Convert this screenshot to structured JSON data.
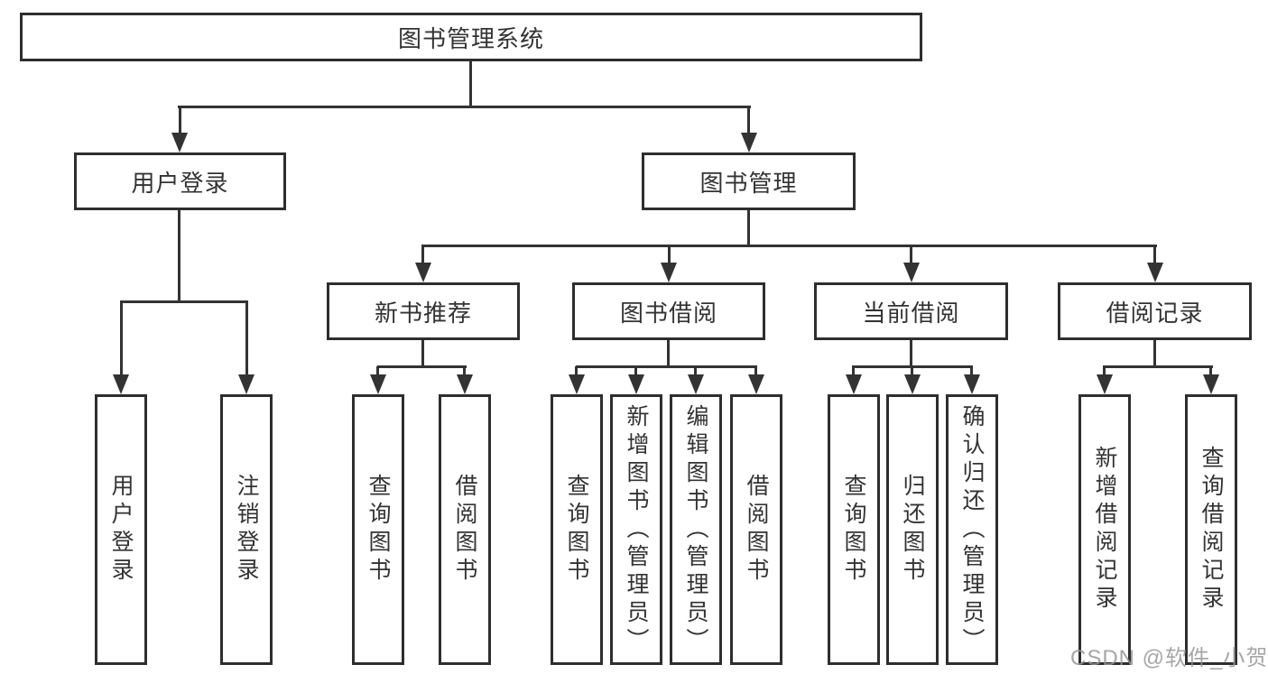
{
  "tree": {
    "root": "图书管理系统",
    "branches": [
      {
        "label": "用户登录",
        "children": [
          "用户登录",
          "注销登录"
        ]
      },
      {
        "label": "图书管理",
        "children": [
          {
            "label": "新书推荐",
            "children": [
              "查询图书",
              "借阅图书"
            ]
          },
          {
            "label": "图书借阅",
            "children": [
              "查询图书",
              "新增图书（管理员）",
              "编辑图书（管理员）",
              "借阅图书"
            ]
          },
          {
            "label": "当前借阅",
            "children": [
              "查询图书",
              "归还图书",
              "确认归还（管理员）"
            ]
          },
          {
            "label": "借阅记录",
            "children": [
              "新增借阅记录",
              "查询借阅记录"
            ]
          }
        ]
      }
    ]
  },
  "watermark": "CSDN @软件_小贺同学",
  "colors": {
    "line": "#333333",
    "box_border": "#2e2e2e",
    "text": "#333333",
    "watermark": "#969696",
    "background": "#ffffff"
  }
}
